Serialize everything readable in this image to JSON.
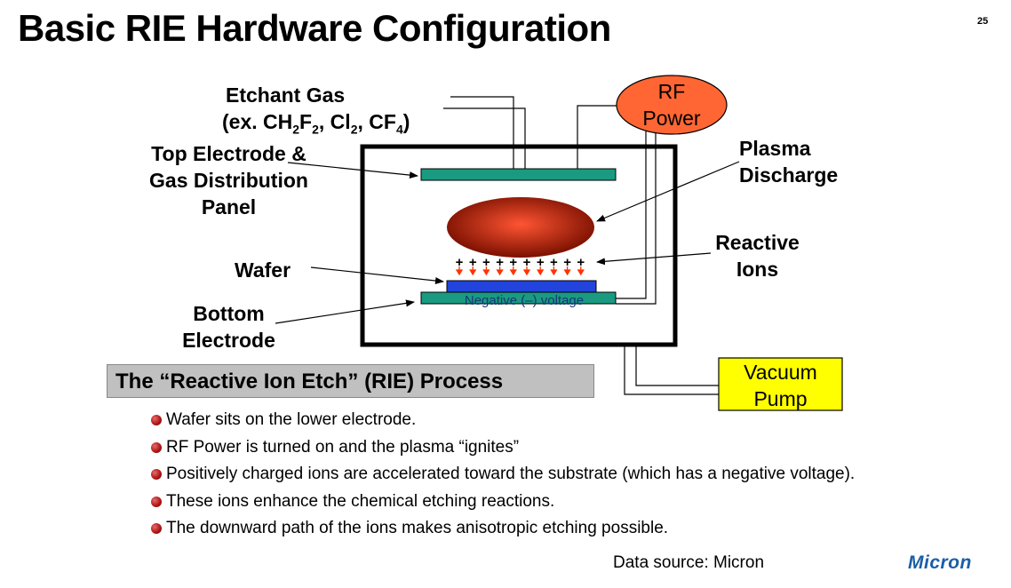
{
  "title": "Basic RIE Hardware Configuration",
  "page_number": "25",
  "diagram": {
    "etchant_gas": "Etchant Gas",
    "etchant_example": {
      "prefix": "(ex. CH",
      "s1": "2",
      "mid1": "F",
      "s2": "2",
      "mid2": ", Cl",
      "s3": "2",
      "mid3": ", CF",
      "s4": "4",
      "suffix": ")"
    },
    "top_electrode": [
      "Top Electrode &",
      "Gas Distribution",
      "Panel"
    ],
    "wafer": "Wafer",
    "bottom_electrode": [
      "Bottom",
      "Electrode"
    ],
    "rf_power": [
      "RF",
      "Power"
    ],
    "plasma_discharge": [
      "Plasma",
      "Discharge"
    ],
    "reactive_ions": [
      "Reactive",
      "Ions"
    ],
    "negative_voltage": "Negative (–) voltage",
    "vacuum_pump": [
      "Vacuum",
      "Pump"
    ],
    "ion_count": 10,
    "colors": {
      "electrode": "#1a9a80",
      "wafer": "#2244dd",
      "plasma_center": "#ff5533",
      "plasma_edge": "#7a1000",
      "rf_fill": "#ff6633",
      "pump_fill": "#ffff00",
      "ion_arrow": "#ff3300"
    }
  },
  "process_title": "The “Reactive Ion Etch” (RIE) Process",
  "bullets": [
    "Wafer sits on the lower electrode.",
    "RF Power is turned on and the plasma “ignites”",
    "Positively charged ions are accelerated toward the substrate (which has a negative voltage).",
    "These ions enhance the chemical etching reactions.",
    "The downward path of the ions makes anisotropic etching possible."
  ],
  "source": "Data source: Micron",
  "logo": "Micron",
  "logo_icon": "micron-logo-icon"
}
